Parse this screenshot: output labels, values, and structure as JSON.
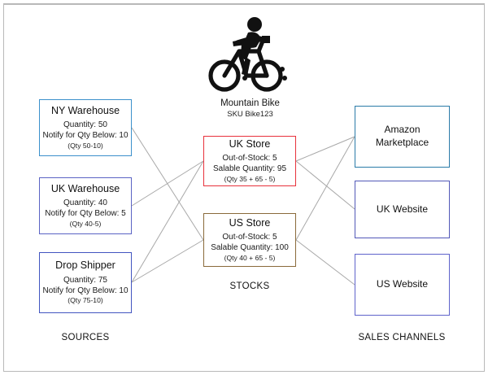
{
  "diagram": {
    "product": {
      "icon": "mountain-bike-icon",
      "name": "Mountain Bike",
      "sku": "SKU Bike123"
    },
    "group_labels": {
      "sources": "SOURCES",
      "stocks": "STOCKS",
      "channels": "SALES CHANNELS"
    },
    "sources": [
      {
        "id": "ny-warehouse",
        "title": "NY Warehouse",
        "quantity_line": "Quantity: 50",
        "notify_line": "Notify for Qty Below: 10",
        "formula": "(Qty 50-10)",
        "border_color": "#3b90cb"
      },
      {
        "id": "uk-warehouse",
        "title": "UK Warehouse",
        "quantity_line": "Quantity: 40",
        "notify_line": "Notify for Qty Below: 5",
        "formula": "(Qty 40-5)",
        "border_color": "#5b63c4"
      },
      {
        "id": "drop-shipper",
        "title": "Drop Shipper",
        "quantity_line": "Quantity: 75",
        "notify_line": "Notify for Qty Below: 10",
        "formula": "(Qty 75-10)",
        "border_color": "#4255c0"
      }
    ],
    "stocks": [
      {
        "id": "uk-store",
        "title": "UK Store",
        "out_of_stock_line": "Out-of-Stock: 5",
        "salable_line": "Salable Quantity: 95",
        "formula": "(Qty 35 + 65 - 5)",
        "border_color": "#e8323c"
      },
      {
        "id": "us-store",
        "title": "US Store",
        "out_of_stock_line": "Out-of-Stock: 5",
        "salable_line": "Salable Quantity: 100",
        "formula": "(Qty 40 + 65 - 5)",
        "border_color": "#8a6a3a"
      }
    ],
    "channels": [
      {
        "id": "amazon-marketplace",
        "title_line1": "Amazon",
        "title_line2": "Marketplace",
        "border_color": "#2a7ba8"
      },
      {
        "id": "uk-website",
        "title_line1": "UK Website",
        "title_line2": "",
        "border_color": "#5258b8"
      },
      {
        "id": "us-website",
        "title_line1": "US Website",
        "title_line2": "",
        "border_color": "#5f63cb"
      }
    ],
    "connections": [
      {
        "from": "ny-warehouse",
        "to": "us-store"
      },
      {
        "from": "uk-warehouse",
        "to": "uk-store"
      },
      {
        "from": "drop-shipper",
        "to": "uk-store"
      },
      {
        "from": "drop-shipper",
        "to": "us-store"
      },
      {
        "from": "uk-store",
        "to": "amazon-marketplace"
      },
      {
        "from": "uk-store",
        "to": "uk-website"
      },
      {
        "from": "us-store",
        "to": "amazon-marketplace"
      },
      {
        "from": "us-store",
        "to": "us-website"
      }
    ],
    "edge_color": "#a8a8a8",
    "frame_color": "#b9b9b9",
    "background": "#ffffff"
  }
}
